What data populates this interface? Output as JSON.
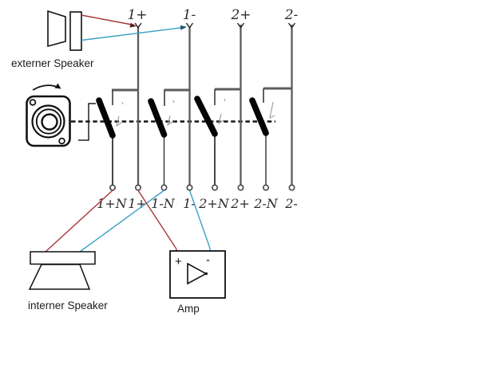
{
  "diagram": {
    "type": "wiring-diagram",
    "external_speaker": {
      "label": "externer Speaker"
    },
    "internal_speaker": {
      "label": "interner Speaker"
    },
    "amp": {
      "label": "Amp",
      "plus": "+",
      "minus": "-"
    },
    "top_terminals": [
      "1+",
      "1-",
      "2+",
      "2-"
    ],
    "bottom_terminals": [
      "1+N",
      "1+",
      "1-N",
      "1-",
      "2+N",
      "2+",
      "2-N",
      "2-"
    ],
    "colors": {
      "wire_red": "#a93439",
      "wire_blue": "#3aa0c6",
      "line_gray": "#5c5c5c",
      "contact_gray": "#474747",
      "ink": "#1a1a1a",
      "faint_mark": "#9a9a9a"
    },
    "switches": [
      {
        "pole": "1",
        "state": "open"
      },
      {
        "pole": "2",
        "state": "open"
      },
      {
        "pole": "3",
        "state": "open"
      },
      {
        "pole": "4",
        "state": "open"
      }
    ],
    "connections": [
      {
        "from": "externer Speaker",
        "to": "1+",
        "color": "red"
      },
      {
        "from": "externer Speaker",
        "to": "1-",
        "color": "blue"
      },
      {
        "from": "1+N",
        "to": "interner Speaker +",
        "color": "red"
      },
      {
        "from": "1-N",
        "to": "interner Speaker -",
        "color": "blue"
      },
      {
        "from": "1+",
        "to": "Amp +",
        "color": "red"
      },
      {
        "from": "1-",
        "to": "Amp -",
        "color": "blue"
      }
    ]
  }
}
